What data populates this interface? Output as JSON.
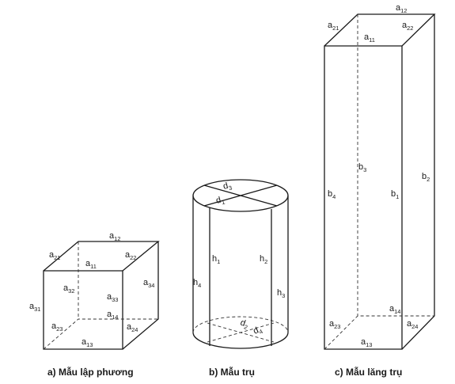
{
  "cube": {
    "labels": [
      {
        "id": "a21",
        "base": "a",
        "sub": "21"
      },
      {
        "id": "a12",
        "base": "a",
        "sub": "12"
      },
      {
        "id": "a22",
        "base": "a",
        "sub": "22"
      },
      {
        "id": "a11",
        "base": "a",
        "sub": "11"
      },
      {
        "id": "a32",
        "base": "a",
        "sub": "32"
      },
      {
        "id": "a33",
        "base": "a",
        "sub": "33"
      },
      {
        "id": "a34",
        "base": "a",
        "sub": "34"
      },
      {
        "id": "a31",
        "base": "a",
        "sub": "31"
      },
      {
        "id": "a14",
        "base": "a",
        "sub": "14"
      },
      {
        "id": "a23",
        "base": "a",
        "sub": "23"
      },
      {
        "id": "a24",
        "base": "a",
        "sub": "24"
      },
      {
        "id": "a13",
        "base": "a",
        "sub": "13"
      }
    ],
    "caption": "a)  Mẫu lập phương"
  },
  "cylinder": {
    "labels": [
      {
        "id": "d3",
        "base": "d",
        "sub": "3"
      },
      {
        "id": "d1",
        "base": "d",
        "sub": "1"
      },
      {
        "id": "h1",
        "base": "h",
        "sub": "1"
      },
      {
        "id": "h2",
        "base": "h",
        "sub": "2"
      },
      {
        "id": "h4",
        "base": "h",
        "sub": "4"
      },
      {
        "id": "h3",
        "base": "h",
        "sub": "3"
      },
      {
        "id": "d2",
        "base": "d",
        "sub": "2"
      },
      {
        "id": "d4",
        "base": "d",
        "sub": "4"
      }
    ],
    "caption": "b)  Mẫu trụ"
  },
  "prism": {
    "labels": [
      {
        "id": "a12",
        "base": "a",
        "sub": "12"
      },
      {
        "id": "a21",
        "base": "a",
        "sub": "21"
      },
      {
        "id": "a22",
        "base": "a",
        "sub": "22"
      },
      {
        "id": "a11",
        "base": "a",
        "sub": "11"
      },
      {
        "id": "b3",
        "base": "b",
        "sub": "3"
      },
      {
        "id": "b2",
        "base": "b",
        "sub": "2"
      },
      {
        "id": "b4",
        "base": "b",
        "sub": "4"
      },
      {
        "id": "b1",
        "base": "b",
        "sub": "1"
      },
      {
        "id": "a14",
        "base": "a",
        "sub": "14"
      },
      {
        "id": "a23",
        "base": "a",
        "sub": "23"
      },
      {
        "id": "a24",
        "base": "a",
        "sub": "24"
      },
      {
        "id": "a13",
        "base": "a",
        "sub": "13"
      }
    ],
    "caption": "c)  Mẫu lăng trụ"
  }
}
